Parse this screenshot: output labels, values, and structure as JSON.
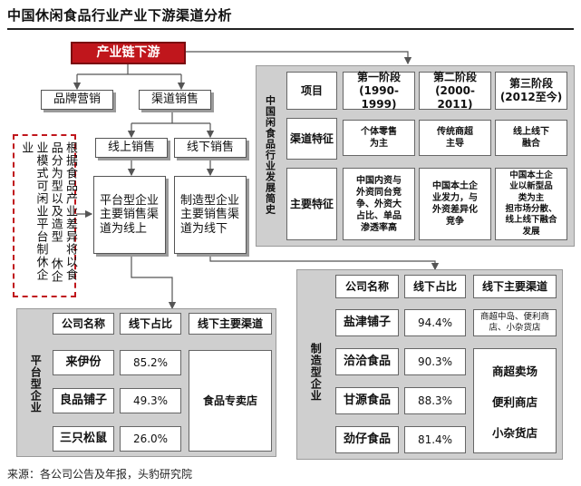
{
  "title": "中国休闲食品行业产业下游渠道分析",
  "root": "产业链下游",
  "left_branch": {
    "brand": "品牌营销",
    "channel": "渠道销售",
    "online": "线上销售",
    "offline": "线下销售",
    "platform_desc": "平台型企业主要销售渠道为线上",
    "manufacturing_desc": "制造型企业主要销售渠道为线下",
    "note": "根据食品产业差异将以食品分为型以及造型 休企业模式可闲业平台制休企业"
  },
  "history": {
    "side_title": "中国闲食品行业发展简史",
    "col_headers": [
      "项目",
      "第一阶段\n(1990-1999)",
      "第二阶段\n(2000-2011)",
      "第三阶段\n(2012至今)"
    ],
    "rows": [
      {
        "label": "渠道特征",
        "cells": [
          "个体零售\n为主",
          "传统商超\n主导",
          "线上线下\n融合"
        ]
      },
      {
        "label": "主要特征",
        "cells": [
          "中国内资与\n外资同台竞\n争、外资大\n占比、单品\n渗透率高",
          "中国本土企\n业发力，与\n外资差异化\n竞争",
          "中国本土企\n业以新型品\n类为主\n担市场分散、\n线上线下融合\n发展"
        ]
      }
    ]
  },
  "platform_table": {
    "side_label": "平台型企业",
    "headers": [
      "公司名称",
      "线下占比",
      "线下主要渠道"
    ],
    "rows": [
      {
        "name": "来伊份",
        "pct": "85.2%"
      },
      {
        "name": "良品铺子",
        "pct": "49.3%"
      },
      {
        "name": "三只松鼠",
        "pct": "26.0%"
      }
    ],
    "channel": "食品专卖店"
  },
  "manufacturing_table": {
    "side_label": "制造型企业",
    "headers": [
      "公司名称",
      "线下占比",
      "线下主要渠道"
    ],
    "rows": [
      {
        "name": "盐津铺子",
        "pct": "94.4%"
      },
      {
        "name": "洽洽食品",
        "pct": "90.3%"
      },
      {
        "name": "甘源食品",
        "pct": "88.3%"
      },
      {
        "name": "劲仔食品",
        "pct": "81.4%"
      }
    ],
    "first_channel": "商超中岛、便利商店、小杂货店",
    "channels": [
      "商超卖场",
      "便利商店",
      "小杂货店"
    ]
  },
  "source": "来源：各公司公告及年报，头豹研究院"
}
